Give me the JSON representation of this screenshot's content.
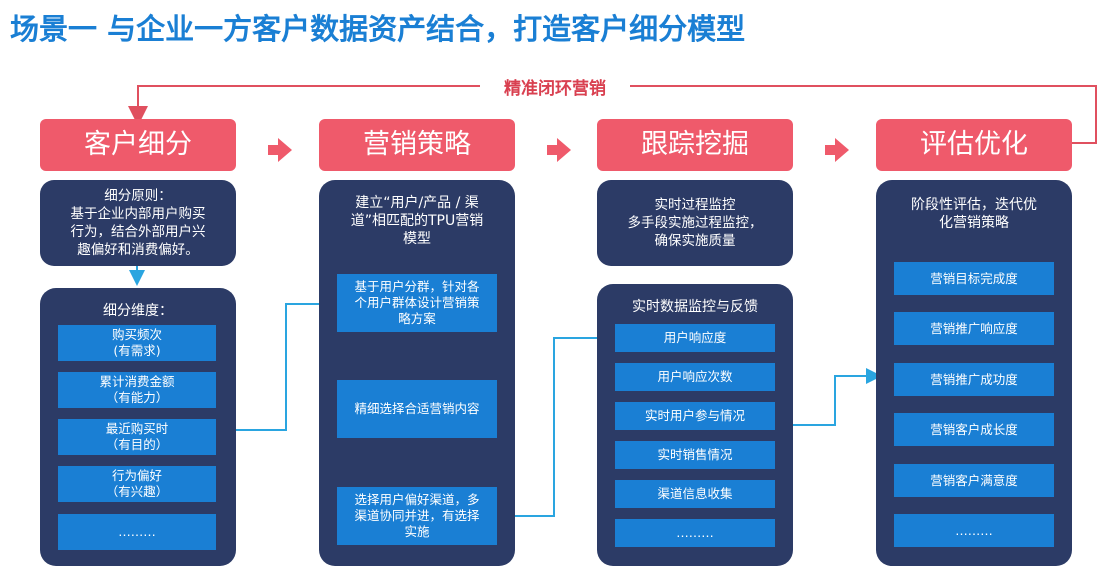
{
  "title": "场景一 与企业一方客户数据资产结合，打造客户细分模型",
  "loop_label": "精准闭环营销",
  "stages": [
    {
      "label": "客户细分"
    },
    {
      "label": "营销策略"
    },
    {
      "label": "跟踪挖掘"
    },
    {
      "label": "评估优化"
    }
  ],
  "segmentation": {
    "principle": [
      "细分原则：",
      "基于企业内部用户购买",
      "行为，结合外部用户兴",
      "趣偏好和消费偏好。"
    ],
    "dimension_title": "细分维度：",
    "dimensions": [
      [
        "购买频次",
        "(有需求)"
      ],
      [
        "累计消费金额",
        "（有能力）"
      ],
      [
        "最近购买时",
        "（有目的）"
      ],
      [
        "行为偏好",
        "（有兴趣）"
      ],
      [
        "………"
      ]
    ]
  },
  "strategy": {
    "model_title": [
      "建立“用户/产品 / 渠",
      "道”相匹配的TPU营销",
      "模型"
    ],
    "steps": [
      [
        "基于用户分群，针对各",
        "个用户群体设计营销策",
        "略方案"
      ],
      [
        "精细选择合适营销内容"
      ],
      [
        "选择用户偏好渠道，多",
        "渠道协同并进，有选择",
        "实施"
      ]
    ]
  },
  "tracking": {
    "monitor": [
      "实时过程监控",
      "多手段实施过程监控，",
      "确保实施质量"
    ],
    "panel_title": "实时数据监控与反馈",
    "items": [
      "用户响应度",
      "用户响应次数",
      "实时用户参与情况",
      "实时销售情况",
      "渠道信息收集",
      "………"
    ]
  },
  "evaluation": {
    "panel_title": [
      "阶段性评估，迭代优",
      "化营销策略"
    ],
    "items": [
      "营销目标完成度",
      "营销推广响应度",
      "营销推广成功度",
      "营销客户成长度",
      "营销客户满意度",
      "………"
    ]
  },
  "colors": {
    "title": "#1a7fd4",
    "stage": "#ef5a6b",
    "navy": "#2c3b66",
    "item": "#1a7fd4",
    "connector": "#2aa5e0",
    "loop": "#e0505f"
  }
}
